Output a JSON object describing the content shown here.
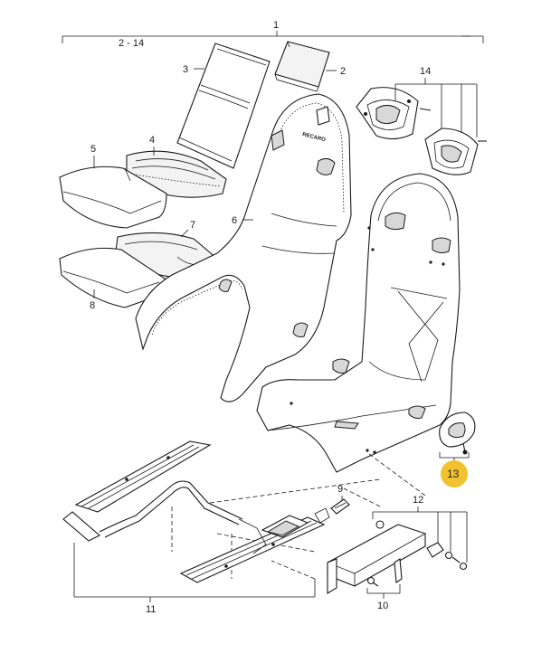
{
  "diagram": {
    "brand_text": "RECARO",
    "highlight_color": "#f2c22e",
    "callouts": {
      "c1": "1",
      "c2_14": "2 - 14",
      "c2": "2",
      "c3": "3",
      "c4": "4",
      "c5": "5",
      "c6": "6",
      "c7": "7",
      "c8": "8",
      "c9": "9",
      "c10": "10",
      "c11": "11",
      "c12": "12",
      "c13": "13",
      "c14": "14"
    },
    "selected_part": "13"
  }
}
